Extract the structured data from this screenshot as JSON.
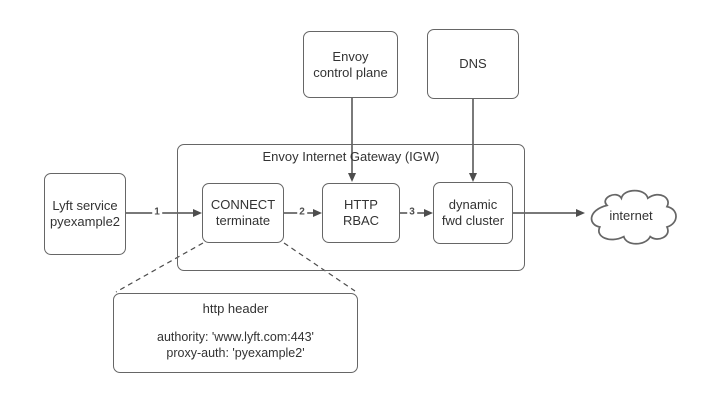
{
  "diagram": {
    "nodes": {
      "lyft_service": {
        "label": "Lyft service\npyexample2"
      },
      "envoy_control_plane": {
        "label": "Envoy\ncontrol plane"
      },
      "dns": {
        "label": "DNS"
      },
      "igw_container": {
        "title": "Envoy Internet  Gateway (IGW)"
      },
      "connect_terminate": {
        "label": "CONNECT\nterminate"
      },
      "http_rbac": {
        "label": "HTTP\nRBAC"
      },
      "dynamic_fwd_cluster": {
        "label": "dynamic\nfwd cluster"
      },
      "internet_cloud": {
        "label": "internet"
      },
      "http_header_note": {
        "title": "http header",
        "lines": "authority: 'www.lyft.com:443'\nproxy-auth: 'pyexample2'"
      }
    },
    "edge_labels": {
      "step1": "1",
      "step2": "2",
      "step3": "3"
    },
    "colors": {
      "background": "#ffffff",
      "border": "#666666",
      "arrow": "#4d4d4d",
      "text": "#333333"
    }
  }
}
